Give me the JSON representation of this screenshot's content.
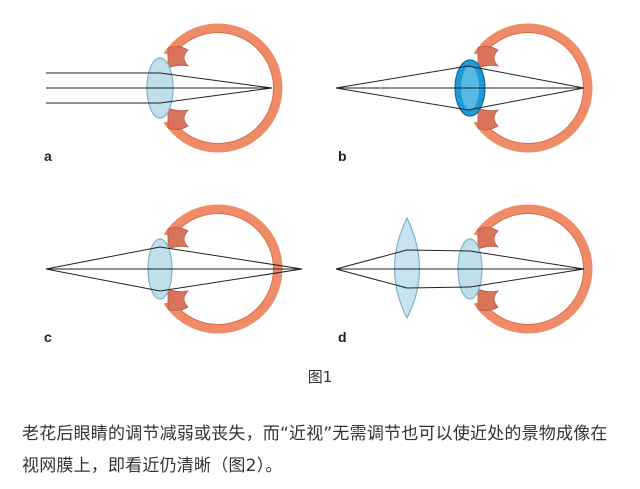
{
  "figure": {
    "panels": [
      {
        "id": "a",
        "label": "a"
      },
      {
        "id": "b",
        "label": "b"
      },
      {
        "id": "c",
        "label": "c"
      },
      {
        "id": "d",
        "label": "d"
      }
    ],
    "caption": "图1"
  },
  "text": {
    "paragraph": "老花后眼睛的调节减弱或丧失，而“近视”无需调节也可以使近处的景物成像在视网膜上，即看近仍清晰（图2）。"
  },
  "colors": {
    "sclera": "#ef8b66",
    "eyeball_fill": "#ffffff",
    "lens": "#bfe0ea",
    "lens_stroke": "#7fb4c8",
    "accommodated_lens": "#1f9ad6",
    "cornea": "#9aa0a3",
    "iris": "#d9735a",
    "ray": "#222222",
    "corrective_lens": "#c7e3ef"
  }
}
